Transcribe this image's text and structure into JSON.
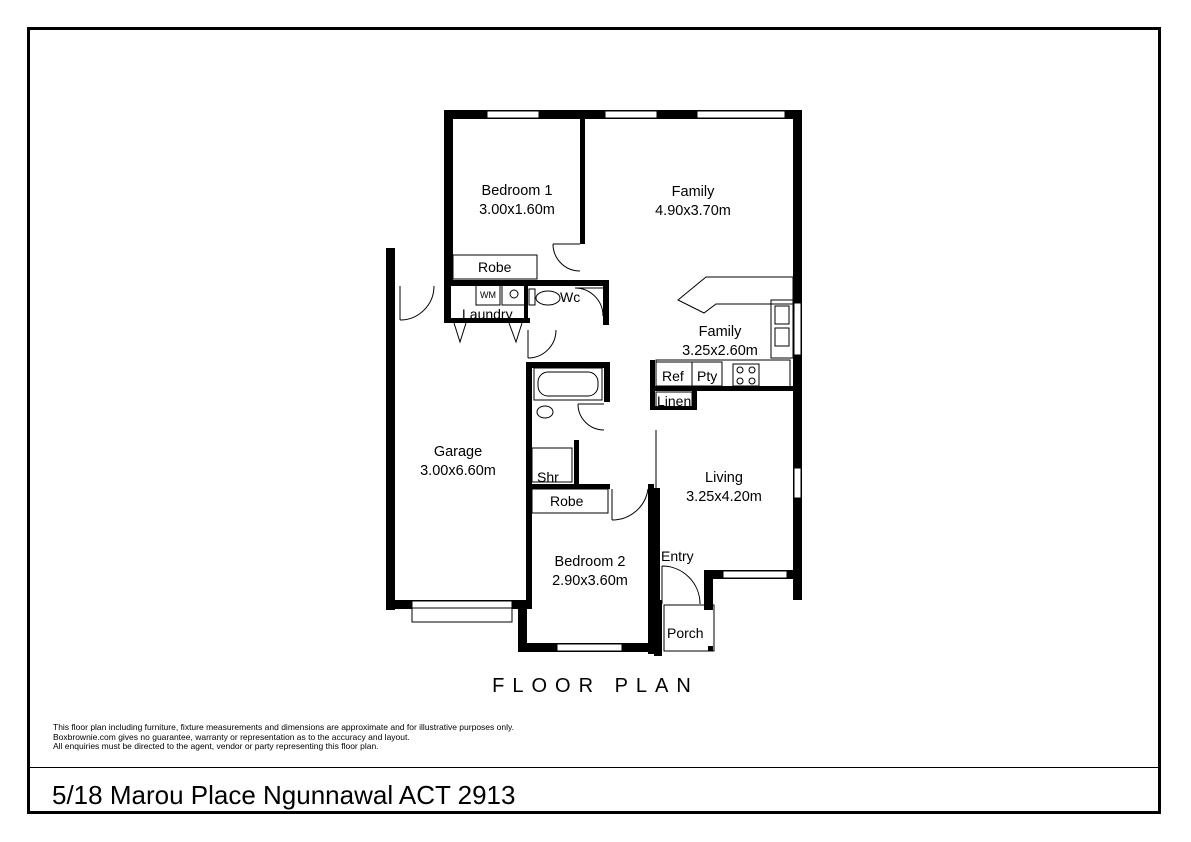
{
  "rooms": {
    "bedroom1": {
      "name": "Bedroom 1",
      "size": "3.00x1.60m"
    },
    "family_main": {
      "name": "Family",
      "size": "4.90x3.70m"
    },
    "family_kitchen": {
      "name": "Family",
      "size": "3.25x2.60m"
    },
    "garage": {
      "name": "Garage",
      "size": "3.00x6.60m"
    },
    "living": {
      "name": "Living",
      "size": "3.25x4.20m"
    },
    "bedroom2": {
      "name": "Bedroom 2",
      "size": "2.90x3.60m"
    }
  },
  "fixtures": {
    "robe_top": "Robe",
    "robe_bottom": "Robe",
    "laundry": "Laundry",
    "wc": "Wc",
    "wm": "WM",
    "ref": "Ref",
    "pty": "Pty",
    "linen": "Linen",
    "shr": "Shr",
    "entry": "Entry",
    "porch": "Porch"
  },
  "plan_title": "FLOOR PLAN",
  "disclaimer": [
    "This floor plan including furniture, fixture measurements and dimensions are approximate and for illustrative purposes only.",
    "Boxbrownie.com gives no guarantee, warranty or representation as to the accuracy and layout.",
    "All enquiries must be directed to the agent, vendor or party representing this floor plan."
  ],
  "address": "5/18 Marou Place Ngunnawal ACT 2913"
}
